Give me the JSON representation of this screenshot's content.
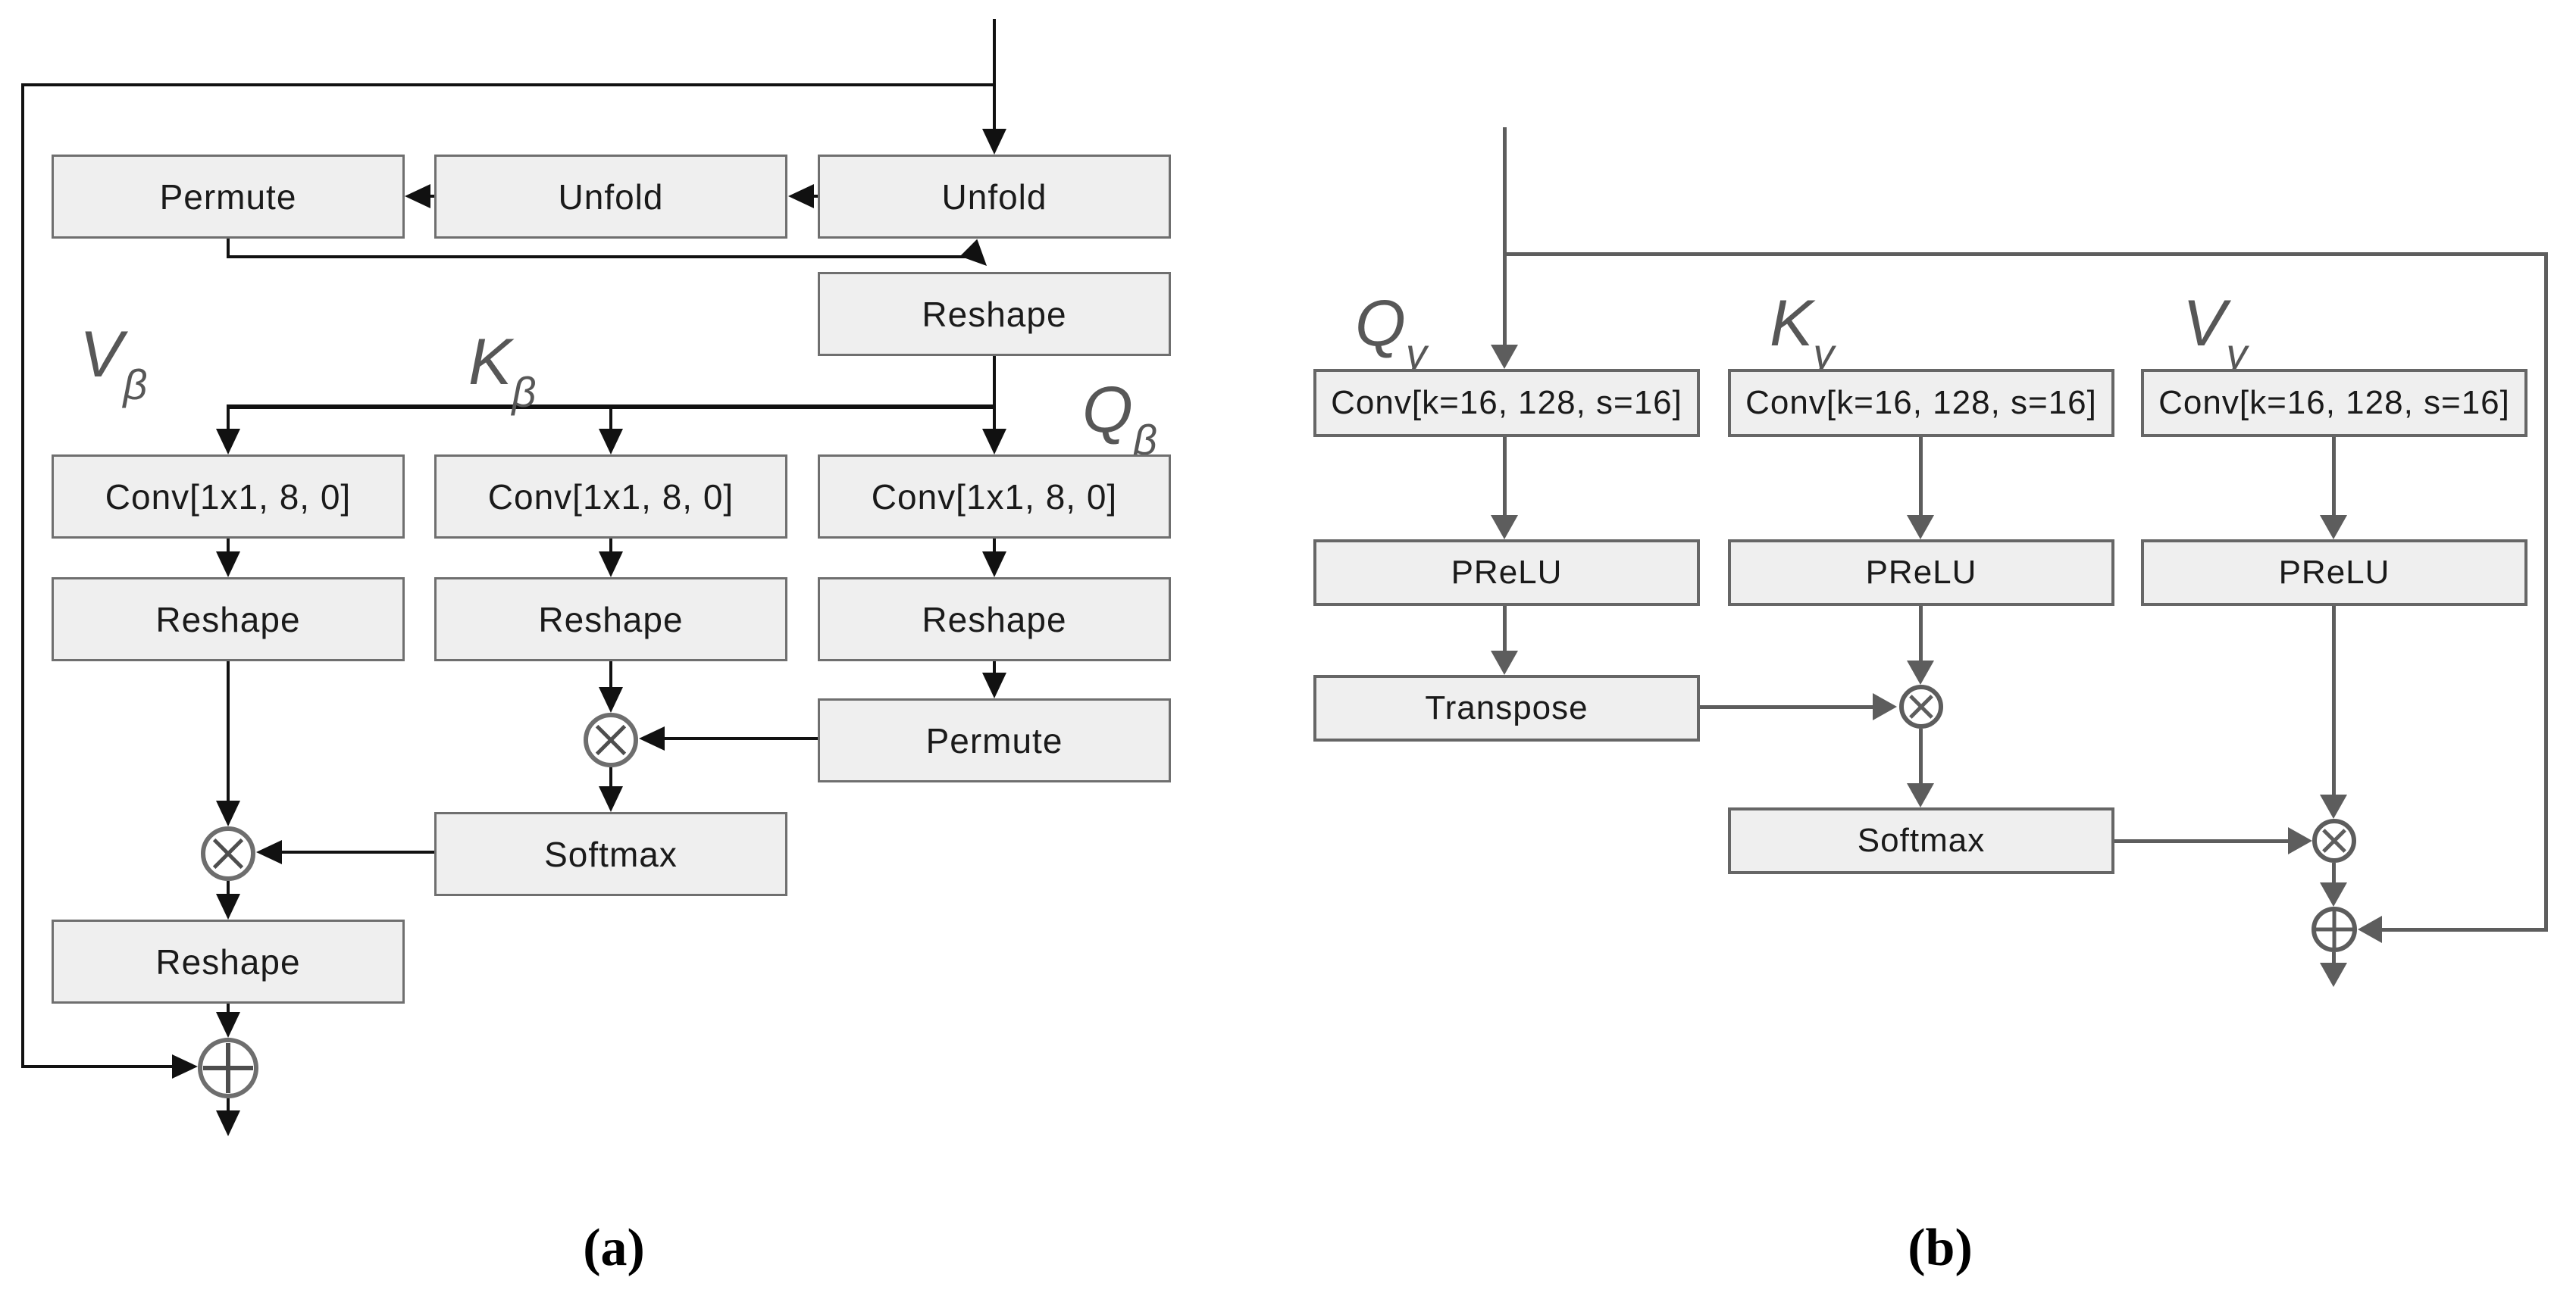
{
  "figure": {
    "caption_a": "(a)",
    "caption_b": "(b)"
  },
  "diagram_a": {
    "permute_top": "Permute",
    "unfold_mid": "Unfold",
    "unfold_right": "Unfold",
    "reshape_top": "Reshape",
    "label_v": "V",
    "label_v_sub": "β",
    "label_k": "K",
    "label_k_sub": "β",
    "label_q": "Q",
    "label_q_sub": "β",
    "conv_v": "Conv[1x1, 8, 0]",
    "conv_k": "Conv[1x1, 8, 0]",
    "conv_q": "Conv[1x1, 8, 0]",
    "reshape_v": "Reshape",
    "reshape_k": "Reshape",
    "reshape_q": "Reshape",
    "permute_q": "Permute",
    "softmax": "Softmax",
    "reshape_out": "Reshape"
  },
  "diagram_b": {
    "label_q": "Q",
    "label_q_sub": "γ",
    "label_k": "K",
    "label_k_sub": "γ",
    "label_v": "V",
    "label_v_sub": "γ",
    "conv_q": "Conv[k=16, 128, s=16]",
    "conv_k": "Conv[k=16, 128, s=16]",
    "conv_v": "Conv[k=16, 128, s=16]",
    "prelu_q": "PReLU",
    "prelu_k": "PReLU",
    "prelu_v": "PReLU",
    "transpose": "Transpose",
    "softmax": "Softmax"
  },
  "colors": {
    "box_fill": "#efefef",
    "box_border_a": "#6f6f6f",
    "box_border_b": "#666666",
    "line_a": "#111111",
    "line_b": "#5d5d5d",
    "label_gray": "#575757"
  }
}
